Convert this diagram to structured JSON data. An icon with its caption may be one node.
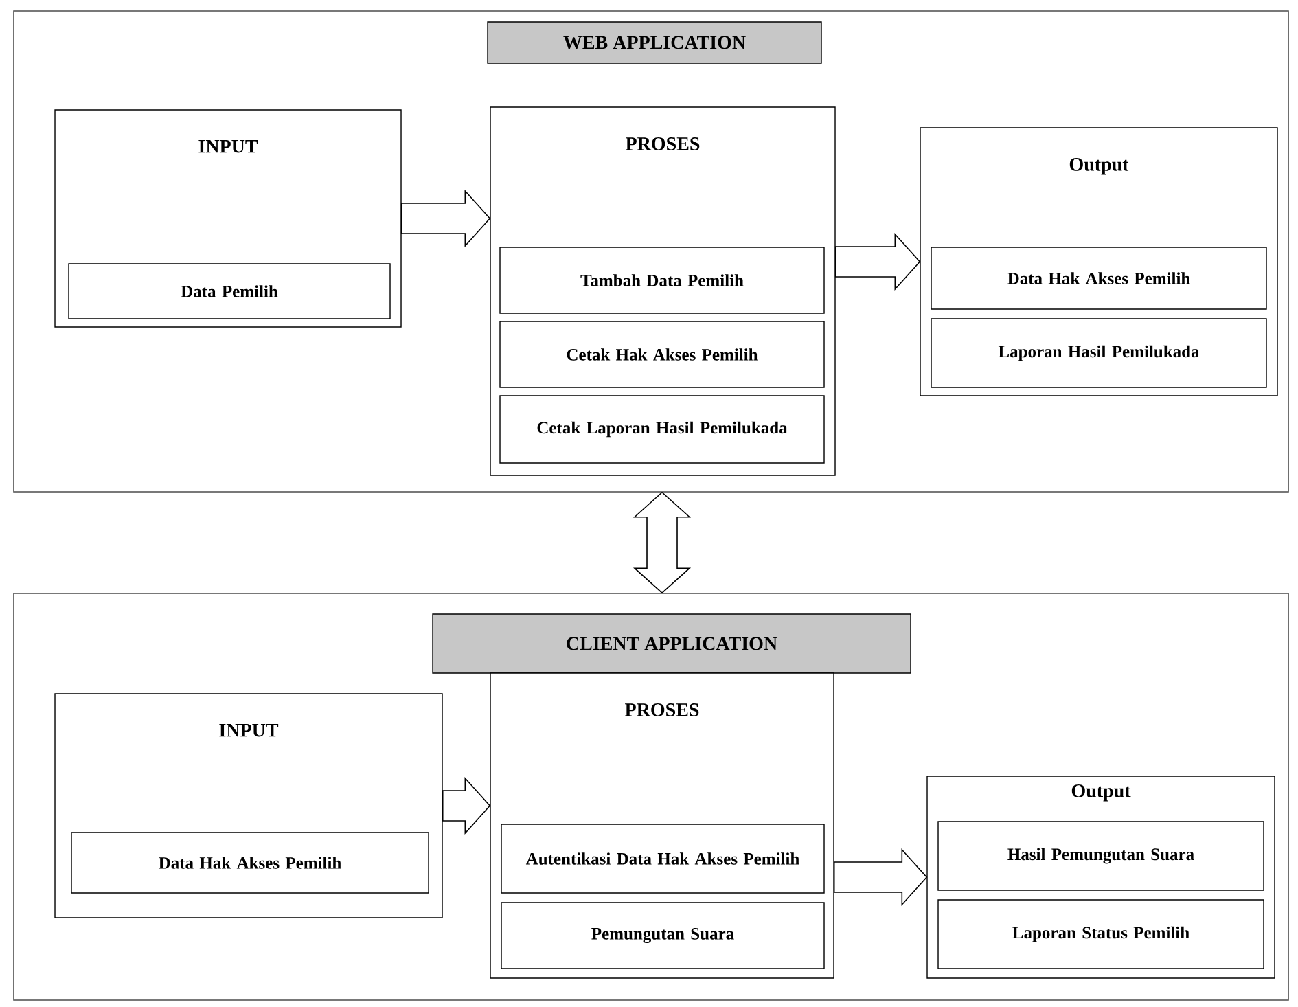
{
  "diagram": {
    "nodes": [
      {
        "text": [],
        "shape": "box"
      },
      {
        "text": [
          "WEB APPLICATION"
        ],
        "in": 0
      },
      {
        "text": [
          "INPUT"
        ],
        "in": 0
      },
      {
        "text": [
          "Data Pemilih"
        ],
        "in": 2
      },
      {
        "text": [
          "PROSES"
        ],
        "in": 0
      },
      {
        "text": [
          "Tambah Data Pemilih"
        ],
        "in": 4
      },
      {
        "text": [
          "Cetak Hak Akses Pemilih"
        ],
        "in": 4
      },
      {
        "text": [
          "Cetak Laporan Hasil Pemilukada"
        ],
        "in": 4
      },
      {
        "text": [
          "Output"
        ],
        "in": 0
      },
      {
        "text": [
          "Data Hak Akses Pemilih"
        ],
        "in": 8
      },
      {
        "text": [
          "Laporan Hasil Pemilukada"
        ],
        "in": 8
      },
      {
        "text": [],
        "shape": "box"
      },
      {
        "text": [
          "CLIENT APPLICATION"
        ],
        "in": 11
      },
      {
        "text": [
          "INPUT"
        ],
        "in": 11
      },
      {
        "text": [
          "Data Hak Akses Pemilih"
        ],
        "in": 13
      },
      {
        "text": [
          "PROSES"
        ],
        "in": 11
      },
      {
        "text": [
          "Autentikasi Data Hak Akses Pemilih"
        ],
        "in": 15
      },
      {
        "text": [
          "Pemungutan Suara"
        ],
        "in": 15
      },
      {
        "text": [
          "Output"
        ],
        "in": 11
      },
      {
        "text": [
          "Hasil Pemungutan Suara"
        ],
        "in": 18
      },
      {
        "text": [
          "Laporan Status Pemilih"
        ],
        "in": 18
      }
    ],
    "edges": [
      {
        "from": 2,
        "to": 4,
        "arrow": "to"
      },
      {
        "from": 4,
        "to": 8,
        "arrow": "to"
      },
      {
        "from": 0,
        "to": 11,
        "arrow": "both"
      },
      {
        "from": 13,
        "to": 15,
        "arrow": "to"
      },
      {
        "from": 15,
        "to": 18,
        "arrow": "to"
      }
    ]
  }
}
